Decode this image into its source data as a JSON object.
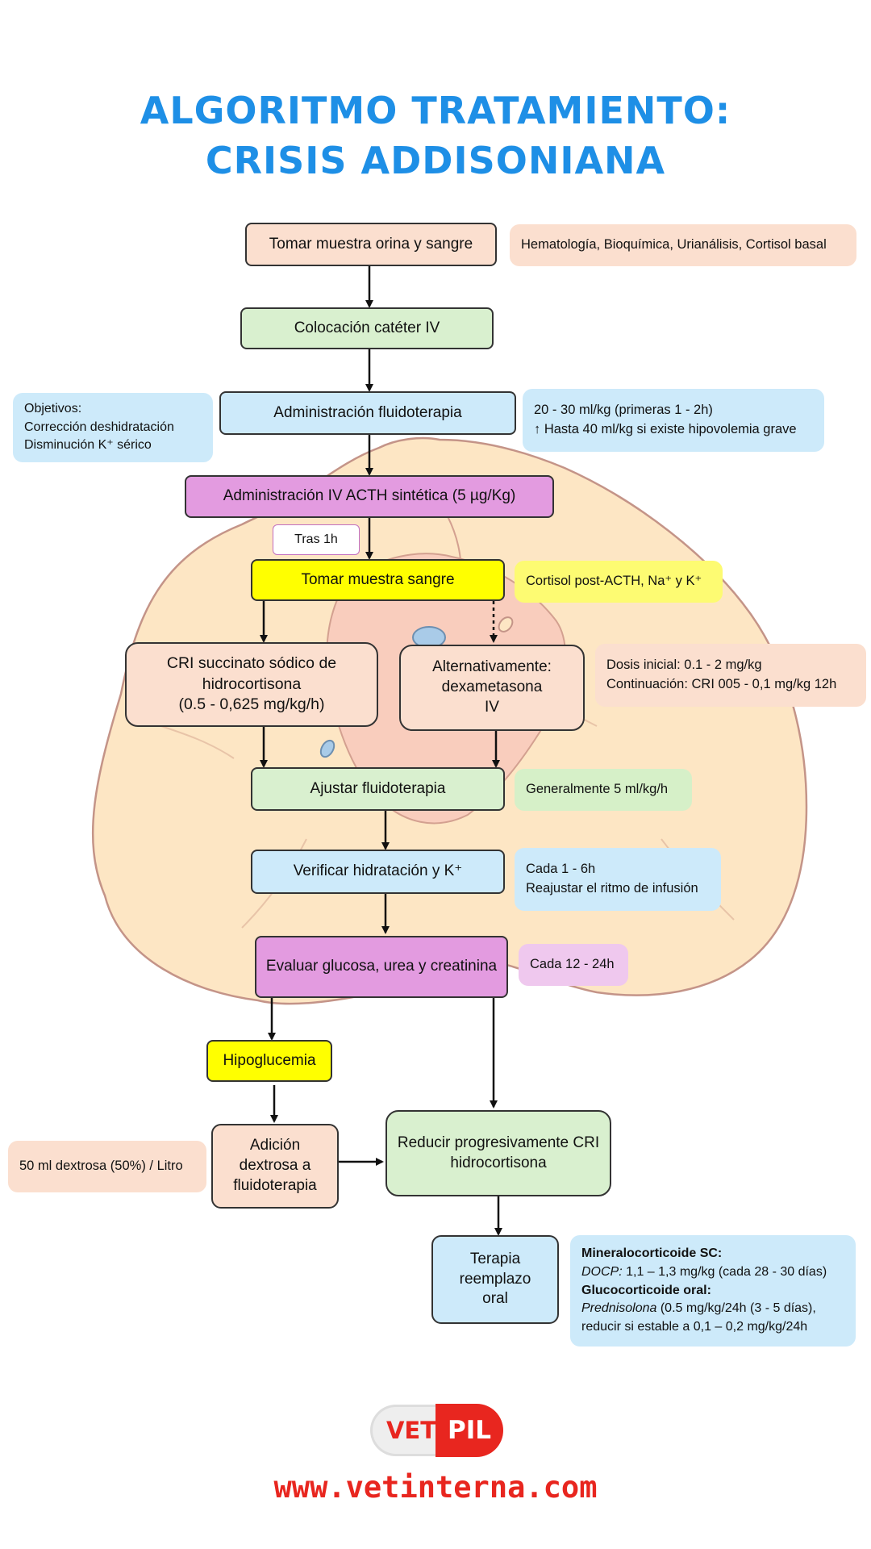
{
  "title": {
    "line1": "ALGORITMO TRATAMIENTO:",
    "line2": "CRISIS ADDISONIANA"
  },
  "steps": {
    "muestra_orina_sangre": "Tomar muestra orina y sangre",
    "cateter": "Colocación catéter IV",
    "fluidoterapia": "Administración fluidoterapia",
    "acth": "Administración IV ACTH sintética (5 µg/Kg)",
    "tras_1h": "Tras 1h",
    "muestra_sangre": "Tomar muestra sangre",
    "cri_line1": "CRI succinato sódico de",
    "cri_line2": "hidrocortisona",
    "cri_line3": "(0.5 - 0,625 mg/kg/h)",
    "alt_line1": "Alternativamente:",
    "alt_line2": "dexametasona",
    "alt_line3": "IV",
    "ajustar": "Ajustar fluidoterapia",
    "verificar": "Verificar hidratación y K⁺",
    "evaluar": "Evaluar glucosa, urea y creatinina",
    "hipoglucemia": "Hipoglucemia",
    "adicion_line1": "Adición",
    "adicion_line2": "dextrosa a",
    "adicion_line3": "fluidoterapia",
    "reducir_line1": "Reducir progresivamente CRI",
    "reducir_line2": "hidrocortisona",
    "terapia_line1": "Terapia",
    "terapia_line2": "reemplazo",
    "terapia_line3": "oral"
  },
  "notes": {
    "hematologia": "Hematología,  Bioquímica,  Urianálisis,  Cortisol basal",
    "objetivos_title": "Objetivos:",
    "objetivos_1": "Corrección  deshidratación",
    "objetivos_2": "Disminución  K⁺ sérico",
    "fluido_1": "20 - 30 ml/kg (primeras  1 - 2h)",
    "fluido_2": "↑ Hasta 40 ml/kg si existe hipovolemia  grave",
    "cortisol_post": "Cortisol post-ACTH,  Na⁺ y K⁺",
    "dosis_1": "Dosis inicial:  0.1 - 2 mg/kg",
    "dosis_2": "Continuación:  CRI 005 - 0,1 mg/kg 12h",
    "generalmente": "Generalmente  5 ml/kg/h",
    "cada_1": "Cada 1 - 6h",
    "cada_2": "Reajustar el ritmo de infusión",
    "cada_12": "Cada 12 - 24h",
    "dextrosa": "50 ml dextrosa  (50%)  / Litro",
    "mineralo_title": "Mineralocorticoide  SC:",
    "docp_label": "DOCP:",
    "docp_text": " 1,1 – 1,3 mg/kg (cada 28 - 30 días)",
    "gluco_title": "Glucocorticoide  oral:",
    "pred_label": "Prednisolona",
    "pred_text": "  (0.5 mg/kg/24h (3 - 5 días),",
    "pred_text2": "reducir  si estable a 0,1 – 0,2 mg/kg/24h"
  },
  "logo": {
    "vet": "VET",
    "pil": "PIL"
  },
  "footer": {
    "url": "www.vetinterna.com"
  },
  "colors": {
    "title": "#1e8fe6",
    "footer": "#e8261f",
    "background_gland": "#fde6c4"
  }
}
